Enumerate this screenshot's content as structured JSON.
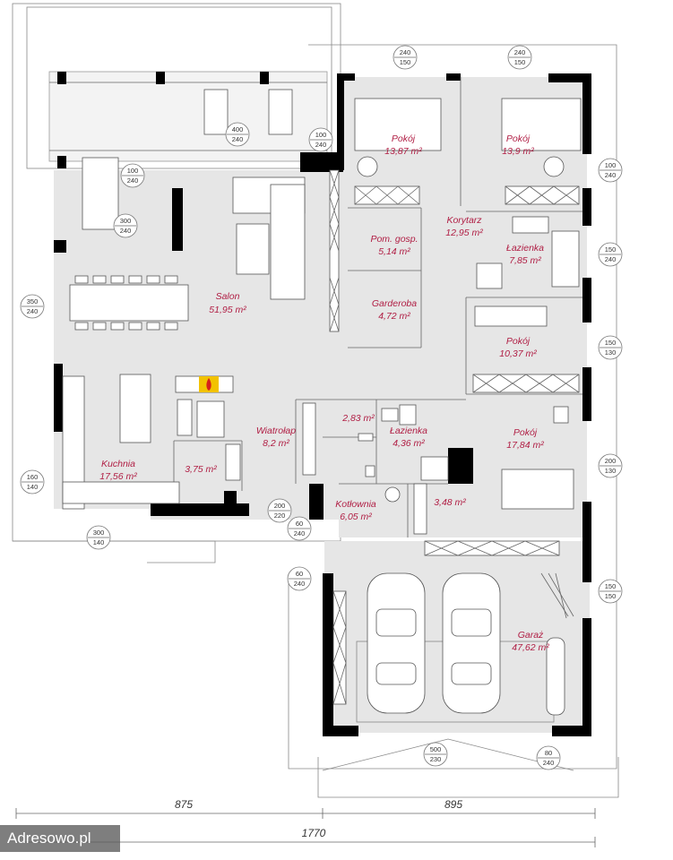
{
  "rooms": [
    {
      "id": "salon",
      "name": "Salon",
      "area": "51,95 m²"
    },
    {
      "id": "kuchnia",
      "name": "Kuchnia",
      "area": "17,56 m²"
    },
    {
      "id": "spizarnia",
      "name": "",
      "area": "3,75 m²"
    },
    {
      "id": "wiatrolap",
      "name": "Wiatrołap",
      "area": "8,2 m²"
    },
    {
      "id": "wc",
      "name": "",
      "area": "2,83 m²"
    },
    {
      "id": "lazienka-small",
      "name": "Łazienka",
      "area": "4,36 m²"
    },
    {
      "id": "kotlownia",
      "name": "Kotłownia",
      "area": "6,05 m²"
    },
    {
      "id": "schowek",
      "name": "",
      "area": "3,48 m²"
    },
    {
      "id": "pom-gosp",
      "name": "Pom. gosp.",
      "area": "5,14 m²"
    },
    {
      "id": "garderoba",
      "name": "Garderoba",
      "area": "4,72 m²"
    },
    {
      "id": "korytarz",
      "name": "Korytarz",
      "area": "12,95 m²"
    },
    {
      "id": "pokoj-1",
      "name": "Pokój",
      "area": "13,87 m²"
    },
    {
      "id": "pokoj-2",
      "name": "Pokój",
      "area": "13,9 m²"
    },
    {
      "id": "lazienka-main",
      "name": "Łazienka",
      "area": "7,85 m²"
    },
    {
      "id": "pokoj-3",
      "name": "Pokój",
      "area": "10,37 m²"
    },
    {
      "id": "pokoj-4",
      "name": "Pokój",
      "area": "17,84 m²"
    },
    {
      "id": "garaz",
      "name": "Garaż",
      "area": "47,62 m²"
    }
  ],
  "window_dims": [
    {
      "top": "240",
      "bottom": "150"
    },
    {
      "top": "240",
      "bottom": "150"
    },
    {
      "top": "100",
      "bottom": "240"
    },
    {
      "top": "400",
      "bottom": "240"
    },
    {
      "top": "100",
      "bottom": "240"
    },
    {
      "top": "300",
      "bottom": "240"
    },
    {
      "top": "100",
      "bottom": "240"
    },
    {
      "top": "150",
      "bottom": "240"
    },
    {
      "top": "350",
      "bottom": "240"
    },
    {
      "top": "150",
      "bottom": "130"
    },
    {
      "top": "200",
      "bottom": "130"
    },
    {
      "top": "160",
      "bottom": "140"
    },
    {
      "top": "200",
      "bottom": "220"
    },
    {
      "top": "300",
      "bottom": "140"
    },
    {
      "top": "60",
      "bottom": "240"
    },
    {
      "top": "60",
      "bottom": "240"
    },
    {
      "top": "150",
      "bottom": "150"
    },
    {
      "top": "500",
      "bottom": "230"
    },
    {
      "top": "80",
      "bottom": "240"
    }
  ],
  "overall_dims": {
    "left": "875",
    "right": "895",
    "total": "1770"
  },
  "watermark": "Adresowo.pl",
  "colors": {
    "label": "#b01e44",
    "floor": "#e6e6e6",
    "wall": "#000000",
    "fireplace": "#f2c200"
  }
}
